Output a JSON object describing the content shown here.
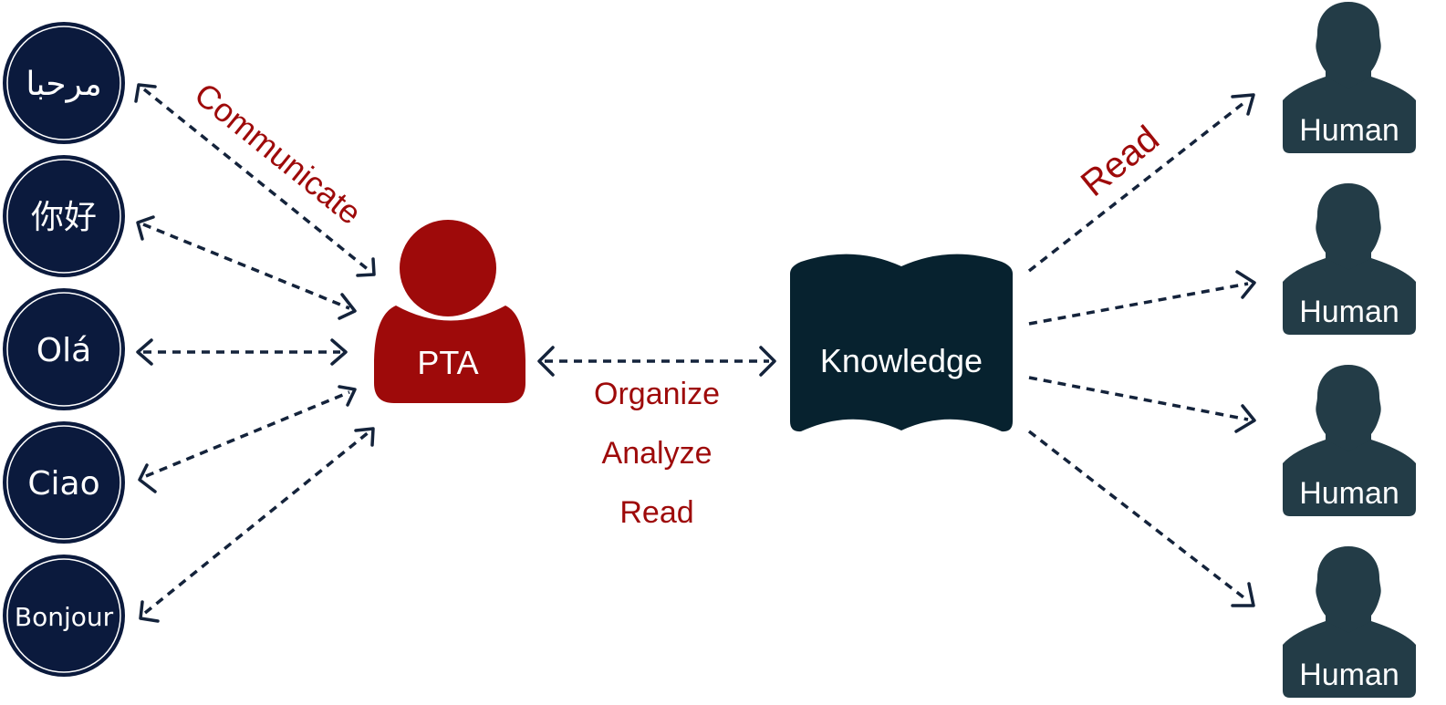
{
  "languages": [
    {
      "greeting": "مرحبا"
    },
    {
      "greeting": "你好"
    },
    {
      "greeting": "Olá"
    },
    {
      "greeting": "Ciao"
    },
    {
      "greeting": "Bonjour"
    }
  ],
  "agent": {
    "label": "PTA"
  },
  "knowledge": {
    "label": "Knowledge"
  },
  "humans": [
    {
      "label": "Human"
    },
    {
      "label": "Human"
    },
    {
      "label": "Human"
    },
    {
      "label": "Human"
    }
  ],
  "edge_labels": {
    "communicate": "Communicate",
    "middle": [
      "Organize",
      "Analyze",
      "Read"
    ],
    "read": "Read"
  },
  "colors": {
    "language_circle": "#0b1a3d",
    "agent": "#9e0a0a",
    "knowledge_book": "#07222f",
    "human": "#233c47",
    "arrow": "#14233b",
    "label_red": "#9e0a0a"
  }
}
